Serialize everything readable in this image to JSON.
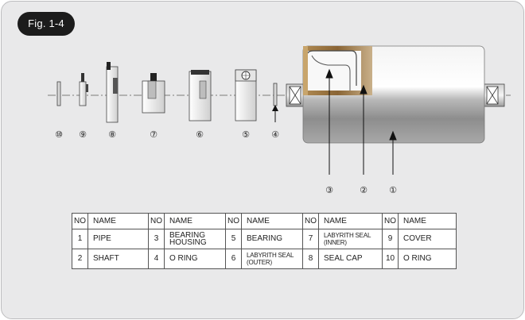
{
  "figure": {
    "label": "Fig. 1-4"
  },
  "callouts": {
    "left": [
      "⑩",
      "⑨",
      "⑧",
      "⑦",
      "⑥",
      "⑤",
      "④"
    ],
    "right": [
      "③",
      "②",
      "①"
    ]
  },
  "table": {
    "headers": [
      "NO",
      "NAME",
      "NO",
      "NAME",
      "NO",
      "NAME",
      "NO",
      "NAME",
      "NO",
      "NAME"
    ],
    "rows": [
      [
        {
          "no": "1",
          "name": [
            "PIPE"
          ]
        },
        {
          "no": "3",
          "name": [
            "BEARING",
            "HOUSING"
          ]
        },
        {
          "no": "5",
          "name": [
            "BEARING"
          ]
        },
        {
          "no": "7",
          "name": [
            "LABYRITH SEAL",
            "(INNER)"
          ]
        },
        {
          "no": "9",
          "name": [
            "COVER"
          ]
        }
      ],
      [
        {
          "no": "2",
          "name": [
            "SHAFT"
          ]
        },
        {
          "no": "4",
          "name": [
            "O RING"
          ]
        },
        {
          "no": "6",
          "name": [
            "LABYRITH SEAL",
            "(OUTER)"
          ]
        },
        {
          "no": "8",
          "name": [
            "SEAL CAP"
          ]
        },
        {
          "no": "10",
          "name": [
            "O RING"
          ]
        }
      ]
    ]
  }
}
